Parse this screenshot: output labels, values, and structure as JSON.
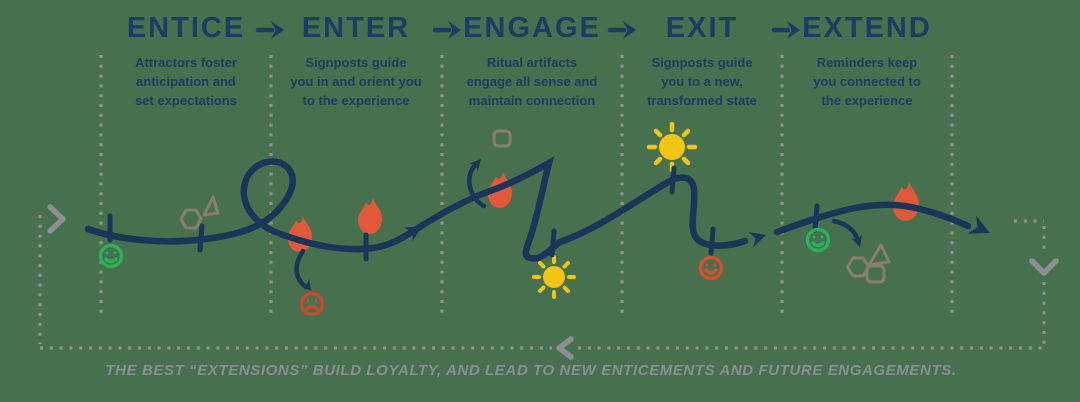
{
  "stages": [
    {
      "title": "ENTICE",
      "description": "Attractors foster\nanticipation and\nset expectations"
    },
    {
      "title": "ENTER",
      "description": "Signposts guide\nyou in and orient you\nto the experience"
    },
    {
      "title": "ENGAGE",
      "description": "Ritual artifacts\nengage all sense and\nmaintain connection"
    },
    {
      "title": "EXIT",
      "description": "Signposts guide\nyou to a new,\ntransformed state"
    },
    {
      "title": "EXTEND",
      "description": "Reminders keep\nyou connected to\nthe experience"
    }
  ],
  "caption": "THE BEST “EXTENSIONS” BUILD LOYALTY, AND LEAD TO NEW ENTICEMENTS AND FUTURE ENGAGEMENTS.",
  "colors": {
    "background": "#47704e",
    "navy_text": "#1d3c63",
    "navy_line": "#1a3557",
    "flame_orange": "#e2583a",
    "sun_yellow": "#f2c414",
    "positive_green": "#2bb15c",
    "negative_red": "#c8492f",
    "gray_dots": "#8e948c",
    "gray_shapes": "#8a7e70",
    "gray_caption": "#8a8e96"
  }
}
